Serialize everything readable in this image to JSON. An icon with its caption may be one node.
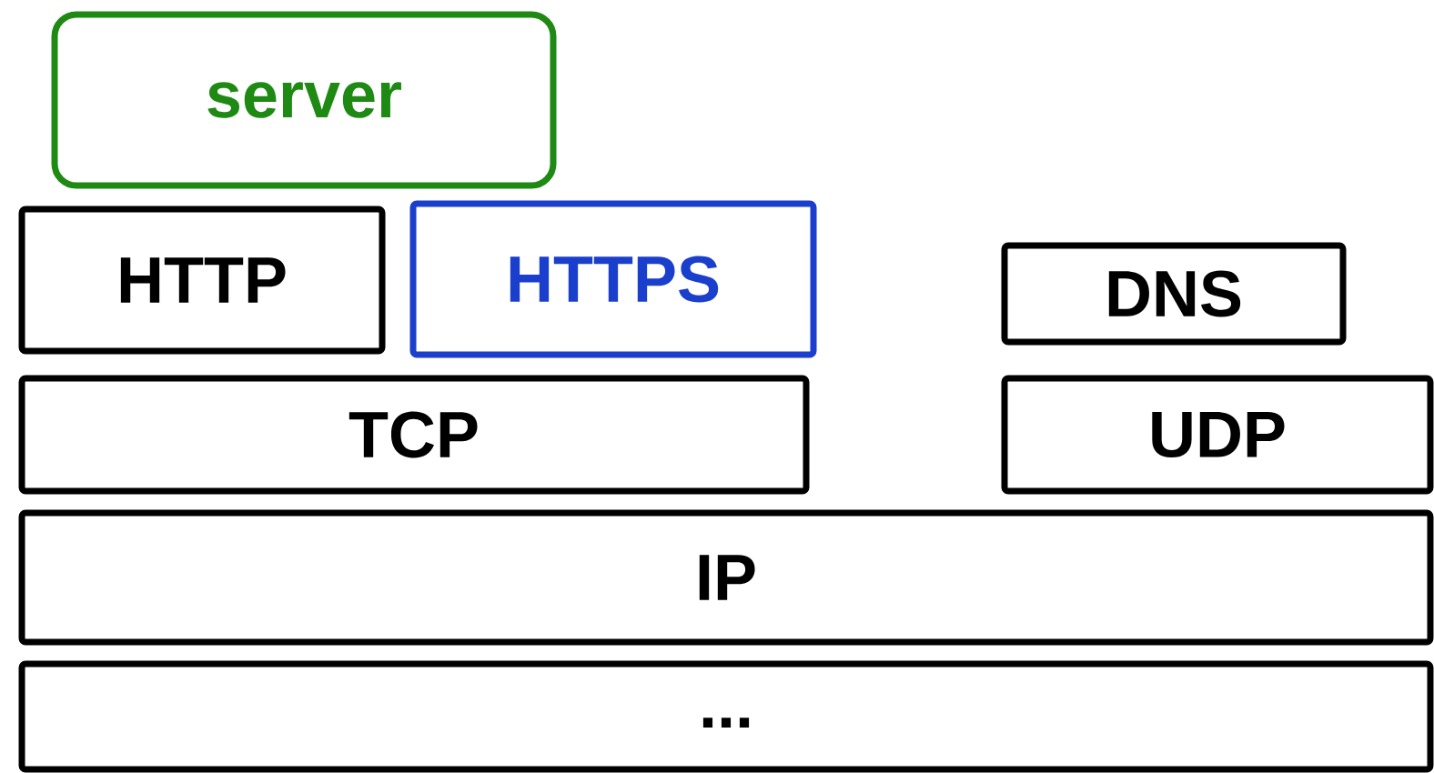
{
  "diagram": {
    "nodes": [
      {
        "text": [
          "server"
        ]
      },
      {
        "text": [
          "HTTP"
        ]
      },
      {
        "text": [
          "HTTPS"
        ]
      },
      {
        "text": [
          "DNS"
        ]
      },
      {
        "text": [
          "TCP"
        ]
      },
      {
        "text": [
          "UDP"
        ]
      },
      {
        "text": [
          "IP"
        ]
      },
      {
        "text": [
          "..."
        ]
      }
    ]
  }
}
